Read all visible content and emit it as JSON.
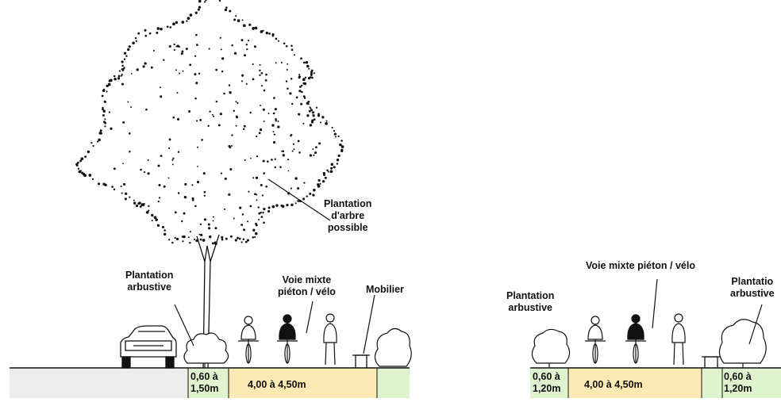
{
  "left_section": {
    "tree_label": [
      "Plantation",
      "d'arbre",
      "possible"
    ],
    "shrub_label": [
      "Plantation",
      "arbustive"
    ],
    "lane_label": [
      "Voie mixte",
      "piéton / vélo"
    ],
    "furniture_label": "Mobilier",
    "dim_shrub": [
      "0,60 à",
      "1,50m"
    ],
    "dim_lane": "4,00 à 4,50m"
  },
  "right_section": {
    "shrub_left_label": [
      "Plantation",
      "arbustive"
    ],
    "lane_label": "Voie mixte piéton / vélo",
    "shrub_right_label": [
      "Plantatio",
      "arbustive"
    ],
    "dim_shrub_left": [
      "0,60 à",
      "1,20m"
    ],
    "dim_lane": "4,00 à 4,50m",
    "dim_shrub_right": [
      "0,60 à",
      "1,20m"
    ]
  },
  "colors": {
    "lane_fill": "#fde9b3",
    "grass_fill": "#dff3cf",
    "road_fill": "#ececec",
    "ink": "#111111"
  }
}
